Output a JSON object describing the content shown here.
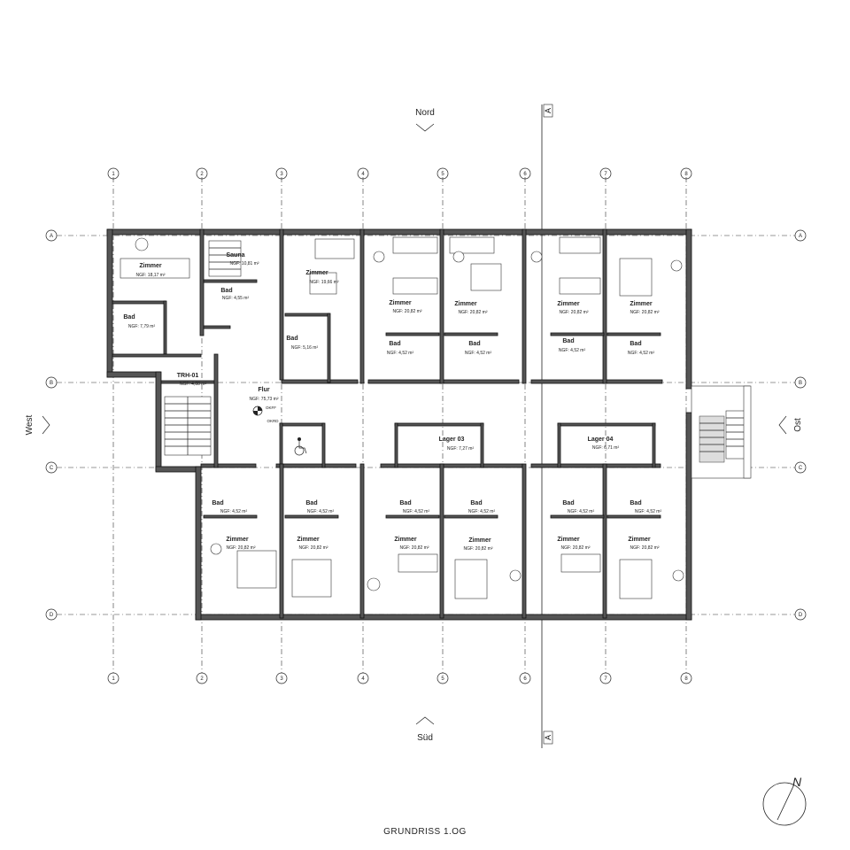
{
  "directions": {
    "north": "Nord",
    "south": "Süd",
    "west": "West",
    "east": "Ost"
  },
  "section_marker": "A",
  "grid_columns": [
    "1",
    "2",
    "3",
    "4",
    "5",
    "6",
    "7",
    "8"
  ],
  "grid_rows": [
    "A",
    "B",
    "C",
    "D"
  ],
  "north_arrow_label": "N",
  "drawing_title": "GRUNDRISS   1.OG",
  "rooms": [
    {
      "id": "r-zimmer-nw",
      "name": "Zimmer",
      "area": "NGF: 18,17 m²"
    },
    {
      "id": "r-bad-nw",
      "name": "Bad",
      "area": "NGF: 7,79 m²"
    },
    {
      "id": "r-sauna",
      "name": "Sauna",
      "area": "NGF: 10,81 m²"
    },
    {
      "id": "r-bad-sauna",
      "name": "Bad",
      "area": "NGF: 4,55 m²"
    },
    {
      "id": "r-zimmer-n3",
      "name": "Zimmer",
      "area": "NGF: 19,66 m²"
    },
    {
      "id": "r-bad-n3",
      "name": "Bad",
      "area": "NGF: 5,16 m²"
    },
    {
      "id": "r-zimmer-n4",
      "name": "Zimmer",
      "area": "NGF: 20,82 m²"
    },
    {
      "id": "r-bad-n4",
      "name": "Bad",
      "area": "NGF: 4,52 m²"
    },
    {
      "id": "r-zimmer-n5",
      "name": "Zimmer",
      "area": "NGF: 20,82 m²"
    },
    {
      "id": "r-bad-n5",
      "name": "Bad",
      "area": "NGF: 4,52 m²"
    },
    {
      "id": "r-zimmer-n6",
      "name": "Zimmer",
      "area": "NGF: 20,82 m²"
    },
    {
      "id": "r-bad-n6",
      "name": "Bad",
      "area": "NGF: 4,52 m²"
    },
    {
      "id": "r-zimmer-n7",
      "name": "Zimmer",
      "area": "NGF: 20,82 m²"
    },
    {
      "id": "r-bad-n7",
      "name": "Bad",
      "area": "NGF: 4,52 m²"
    },
    {
      "id": "r-trh",
      "name": "TRH-01",
      "area": "NGF: 4,88 m²"
    },
    {
      "id": "r-flur",
      "name": "Flur",
      "area": "NGF: 75,73 m²"
    },
    {
      "id": "r-lager03",
      "name": "Lager 03",
      "area": "NGF: 7,27 m²"
    },
    {
      "id": "r-lager04",
      "name": "Lager 04",
      "area": "NGF: 6,71 m²"
    },
    {
      "id": "r-bad-s2",
      "name": "Bad",
      "area": "NGF: 4,52 m²"
    },
    {
      "id": "r-zimmer-s2",
      "name": "Zimmer",
      "area": "NGF: 20,82 m²"
    },
    {
      "id": "r-bad-s3",
      "name": "Bad",
      "area": "NGF: 4,52 m²"
    },
    {
      "id": "r-zimmer-s3",
      "name": "Zimmer",
      "area": "NGF: 20,82 m²"
    },
    {
      "id": "r-bad-s4",
      "name": "Bad",
      "area": "NGF: 4,52 m²"
    },
    {
      "id": "r-zimmer-s4",
      "name": "Zimmer",
      "area": "NGF: 20,82 m²"
    },
    {
      "id": "r-bad-s5",
      "name": "Bad",
      "area": "NGF: 4,52 m²"
    },
    {
      "id": "r-zimmer-s5",
      "name": "Zimmer",
      "area": "NGF: 20,82 m²"
    },
    {
      "id": "r-bad-s6",
      "name": "Bad",
      "area": "NGF: 4,52 m²"
    },
    {
      "id": "r-zimmer-s6",
      "name": "Zimmer",
      "area": "NGF: 20,82 m²"
    },
    {
      "id": "r-bad-s7",
      "name": "Bad",
      "area": "NGF: 4,52 m²"
    },
    {
      "id": "r-zimmer-s7",
      "name": "Zimmer",
      "area": "NGF: 20,82 m²"
    }
  ],
  "flur_annotations": {
    "okff": "OKFF",
    "okrd": "OKRD"
  }
}
